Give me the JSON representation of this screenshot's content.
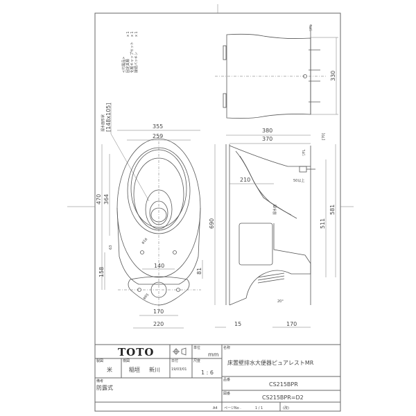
{
  "title_block": {
    "brand": "TOTO",
    "projection_symbol": "third-angle-projection-icon",
    "unit_label": "単位",
    "unit": "mm",
    "name_label": "名称",
    "product_name": "床置壁排水大便器ピュアレストMR",
    "drawn_label": "製図",
    "drawn_by": "米",
    "checked_label": "検図",
    "checked_by_1": "稲垣",
    "checked_by_2": "新川",
    "date_label": "日付",
    "date": "19/03/01",
    "scale_label": "尺度",
    "scale": "1 : 6",
    "model_label": "品番",
    "model": "CS215BPR",
    "drawing_no_label": "図番",
    "drawing_no": "CS215BPR=D2",
    "note_label": "備考",
    "note": "防露式",
    "paper_size": "A4",
    "page_label": "ページNo .",
    "page": "1 / 1",
    "revision": "(改)"
  },
  "accessories": {
    "header": "<付属品>",
    "items": [
      {
        "name": "固定具類",
        "qty": "x 1"
      },
      {
        "name": "化粧キャップセット",
        "qty": "x 1"
      },
      {
        "name": "接続パッキン",
        "qty": "x 1"
      }
    ]
  },
  "annotations": {
    "water_surface_shape": "溜水面形状",
    "water_surface_size": "[148x105]",
    "floor_level": "▽FL",
    "water_seal": "溜水面",
    "min_50": "50以上",
    "angle": "20°"
  },
  "dimensions": {
    "top_view": {
      "width_outer": "355",
      "width_inner": "259",
      "length_470": "470",
      "length_364": "364",
      "d63": "63",
      "d158": "158",
      "d140": "140",
      "d81": "81",
      "d170": "170",
      "d220": "220",
      "phi16": "φ16",
      "phi65": "φ65"
    },
    "side_view": {
      "d380": "380",
      "d370": "370",
      "d70": "[70]",
      "d210": "210",
      "d690": "690",
      "d511": "511",
      "d581": "581",
      "d15": "15",
      "d170": "170"
    },
    "back_view": {
      "d330": "330"
    }
  }
}
